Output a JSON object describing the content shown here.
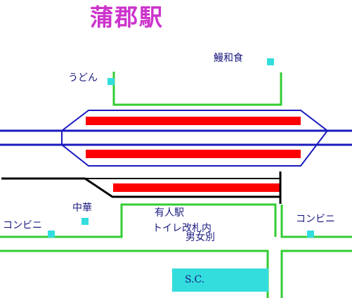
{
  "title": "蒲郡駅",
  "labels": {
    "udon": "うどん",
    "unagi": "鰻和食",
    "chuka": "中華",
    "konbini_left": "コンビニ",
    "konbini_right": "コンビニ",
    "facility_line1": "有人駅",
    "facility_line2": "トイレ改札内",
    "facility_line3": "男女別",
    "sc": "S.C."
  },
  "colors": {
    "title": "#cc33cc",
    "text": "#1a1a80",
    "track_main": "#1a1abf",
    "track_side": "#000000",
    "platform": "#ff0000",
    "path": "#33cc33",
    "marker": "#33dddd",
    "sc_box": "#33dddd"
  }
}
